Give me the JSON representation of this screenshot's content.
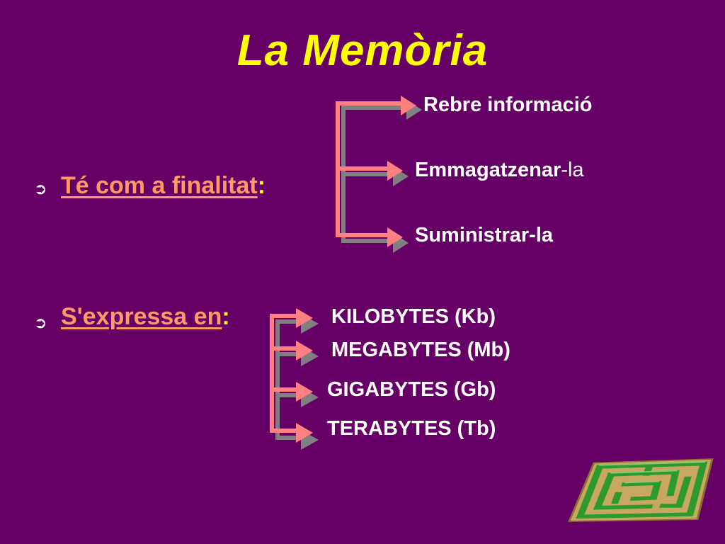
{
  "slide": {
    "title": "La Memòria",
    "bullet_marker": "➲",
    "section_purpose": {
      "heading": "Té com a finalitat",
      "colon": ":",
      "items": [
        {
          "bold": "Rebre informació",
          "normal": ""
        },
        {
          "bold": "Emmagatzenar",
          "normal": "-la"
        },
        {
          "bold": "Suministrar-la",
          "normal": ""
        }
      ]
    },
    "section_units": {
      "heading": "S'expressa en",
      "colon": ":",
      "items": [
        "KILOBYTES (Kb)",
        "MEGABYTES (Mb)",
        "GIGABYTES (Gb)",
        "TERABYTES (Tb)"
      ]
    },
    "colors": {
      "background": "#660066",
      "title": "#ffff00",
      "heading": "#ff9966",
      "arrow_front": "#ff8080",
      "arrow_shadow": "#808080",
      "maze_green": "#33aa33"
    },
    "icons": {
      "bullet": "arrow-bullet-icon",
      "decoration": "maze-clipart-icon"
    }
  }
}
